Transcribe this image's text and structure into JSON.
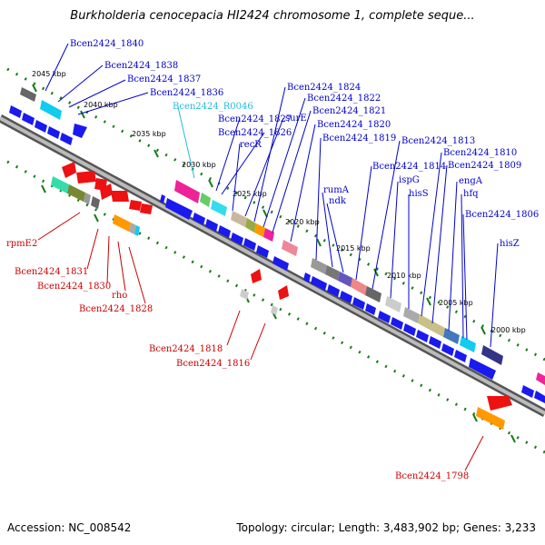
{
  "title": "Burkholderia cenocepacia HI2424 chromosome 1, complete seque...",
  "accession": "Accession: NC_008542",
  "topology": "Topology: circular; Length: 3,483,902 bp; Genes: 3,233",
  "colors": {
    "forward_label": "#0000cc",
    "reverse_label": "#cc0000",
    "rna_label": "#22bbdd",
    "forward_arrow": "#1a1aee",
    "reverse_arrow": "#ee1111",
    "backbone": "#999999",
    "tick": "#1a7a1a"
  },
  "kbp_labels": [
    "2045 kbp",
    "2040 kbp",
    "2035 kbp",
    "2030 kbp",
    "2025 kbp",
    "2020 kbp",
    "2015 kbp",
    "2010 kbp",
    "2005 kbp",
    "2000 kbp"
  ],
  "forward_genes": [
    "Bcen2424_1840",
    "Bcen2424_1838",
    "Bcen2424_1837",
    "Bcen2424_1836",
    "Bcen2424_R0046",
    "Bcen2424_1827",
    "Bcen2424_1826",
    "recR",
    "surE",
    "Bcen2424_1824",
    "Bcen2424_1822",
    "Bcen2424_1821",
    "Bcen2424_1820",
    "Bcen2424_1819",
    "rumA",
    "ndk",
    "Bcen2424_1814",
    "Bcen2424_1813",
    "ispG",
    "hisS",
    "Bcen2424_1810",
    "Bcen2424_1809",
    "engA",
    "hfq",
    "Bcen2424_1806",
    "hisZ"
  ],
  "reverse_genes": [
    "rpmE2",
    "Bcen2424_1831",
    "Bcen2424_1830",
    "rho",
    "Bcen2424_1828",
    "Bcen2424_1818",
    "Bcen2424_1816",
    "Bcen2424_1798"
  ]
}
